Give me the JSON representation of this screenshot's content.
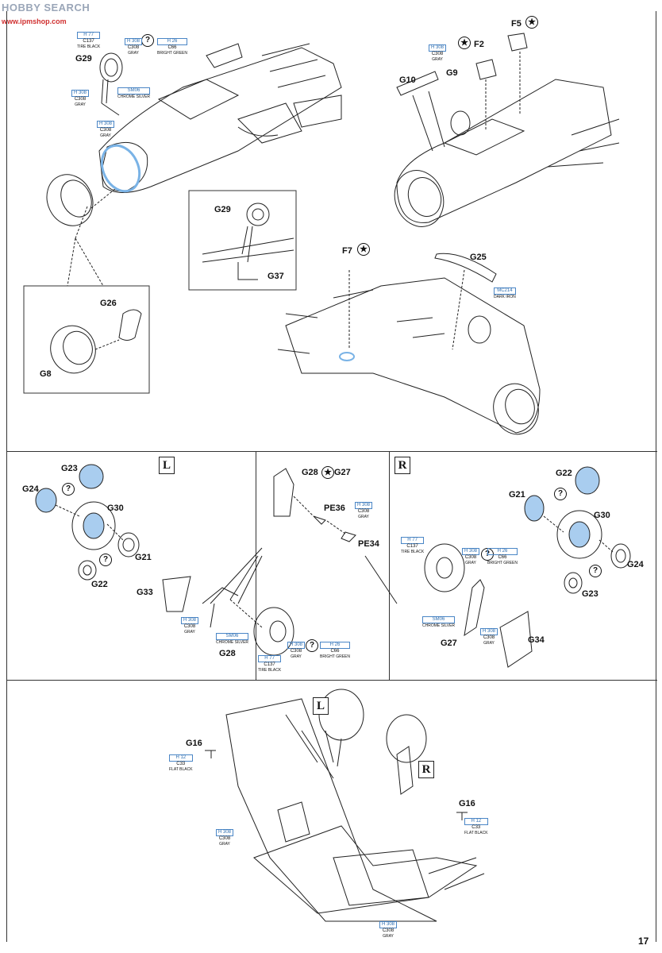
{
  "watermark": {
    "brand": "HOBBY SEARCH",
    "site": "www.ipmshop.com"
  },
  "page_number": "17",
  "side_labels": {
    "left": "L",
    "right": "R"
  },
  "question_mark": "?",
  "paint": {
    "tire_black": {
      "h": "H 77",
      "c": "C137",
      "name": "TIRE BLACK"
    },
    "gray": {
      "h": "H 308",
      "c": "C308",
      "name": "GRAY"
    },
    "bright_green": {
      "h": "H 26",
      "c": "C66",
      "name": "BRIGHT GREEN"
    },
    "chrome_silver": {
      "h": "SM06",
      "name": "CHROME SILVER"
    },
    "dark_iron": {
      "h": "MC214",
      "name": "DARK IRON"
    },
    "flat_black": {
      "h": "H 12",
      "c": "C33",
      "name": "FLAT BLACK"
    }
  },
  "parts": {
    "g29": "G29",
    "g26": "G26",
    "g8": "G8",
    "g37": "G37",
    "g10": "G10",
    "g9": "G9",
    "f2": "F2",
    "f5": "F5",
    "f7": "F7",
    "g25": "G25",
    "g23": "G23",
    "g24": "G24",
    "g30": "G30",
    "g21": "G21",
    "g22": "G22",
    "g33": "G33",
    "g28": "G28",
    "g27": "G27",
    "pe36": "PE36",
    "pe34": "PE34",
    "g34": "G34",
    "g16": "G16"
  },
  "colors": {
    "accent_blue": "#a9cdef",
    "code_blue": "#2c6db0",
    "line": "#222222"
  }
}
